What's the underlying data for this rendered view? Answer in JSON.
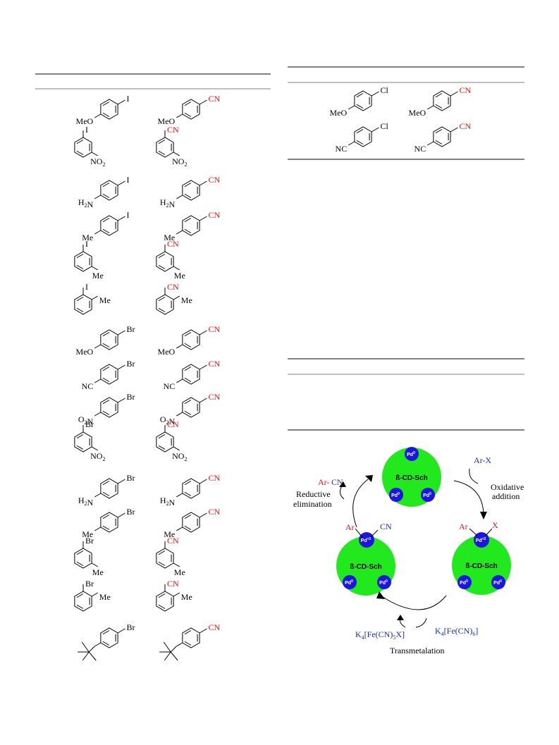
{
  "table_left": {
    "rows": [
      {
        "reactant": {
          "sub": "I",
          "sub2": "MeO",
          "pattern": "para"
        },
        "product": {
          "sub": "CN",
          "sub2": "MeO",
          "pattern": "para"
        }
      },
      {
        "reactant": {
          "sub": "I",
          "sub2": "NO2",
          "pattern": "meta"
        },
        "product": {
          "sub": "CN",
          "sub2": "NO2",
          "pattern": "meta"
        }
      },
      {
        "reactant": {
          "sub": "I",
          "sub2": "H2N",
          "pattern": "para"
        },
        "product": {
          "sub": "CN",
          "sub2": "H2N",
          "pattern": "para"
        }
      },
      {
        "reactant": {
          "sub": "I",
          "sub2": "Me",
          "pattern": "para"
        },
        "product": {
          "sub": "CN",
          "sub2": "Me",
          "pattern": "para"
        }
      },
      {
        "reactant": {
          "sub": "I",
          "sub2": "Me",
          "pattern": "meta"
        },
        "product": {
          "sub": "CN",
          "sub2": "Me",
          "pattern": "meta"
        }
      },
      {
        "reactant": {
          "sub": "I",
          "sub2": "Me",
          "pattern": "ortho"
        },
        "product": {
          "sub": "CN",
          "sub2": "Me",
          "pattern": "ortho"
        }
      },
      {
        "reactant": {
          "sub": "Br",
          "sub2": "MeO",
          "pattern": "para"
        },
        "product": {
          "sub": "CN",
          "sub2": "MeO",
          "pattern": "para"
        }
      },
      {
        "reactant": {
          "sub": "Br",
          "sub2": "NC",
          "pattern": "para"
        },
        "product": {
          "sub": "CN",
          "sub2": "NC",
          "pattern": "para"
        }
      },
      {
        "reactant": {
          "sub": "Br",
          "sub2": "O2N",
          "pattern": "para"
        },
        "product": {
          "sub": "CN",
          "sub2": "O2N",
          "pattern": "para"
        }
      },
      {
        "reactant": {
          "sub": "Br",
          "sub2": "NO2",
          "pattern": "meta"
        },
        "product": {
          "sub": "CN",
          "sub2": "NO2",
          "pattern": "meta"
        }
      },
      {
        "reactant": {
          "sub": "Br",
          "sub2": "H2N",
          "pattern": "para"
        },
        "product": {
          "sub": "CN",
          "sub2": "H2N",
          "pattern": "para"
        }
      },
      {
        "reactant": {
          "sub": "Br",
          "sub2": "Me",
          "pattern": "para"
        },
        "product": {
          "sub": "CN",
          "sub2": "Me",
          "pattern": "para"
        }
      },
      {
        "reactant": {
          "sub": "Br",
          "sub2": "Me",
          "pattern": "meta"
        },
        "product": {
          "sub": "CN",
          "sub2": "Me",
          "pattern": "meta"
        }
      },
      {
        "reactant": {
          "sub": "Br",
          "sub2": "Me",
          "pattern": "ortho"
        },
        "product": {
          "sub": "CN",
          "sub2": "Me",
          "pattern": "ortho"
        }
      },
      {
        "reactant": {
          "sub": "Br",
          "sub2": "",
          "pattern": "para-tbu"
        },
        "product": {
          "sub": "CN",
          "sub2": "",
          "pattern": "para-tbu"
        }
      }
    ]
  },
  "table_right": {
    "rows": [
      {
        "reactant": {
          "sub": "Cl",
          "sub2": "MeO",
          "pattern": "para"
        },
        "product": {
          "sub": "CN",
          "sub2": "MeO",
          "pattern": "para"
        }
      },
      {
        "reactant": {
          "sub": "Cl",
          "sub2": "NC",
          "pattern": "para"
        },
        "product": {
          "sub": "CN",
          "sub2": "NC",
          "pattern": "para"
        }
      }
    ]
  },
  "mechanism": {
    "catalyst_label": "ß-CD-Sch",
    "pd0": "Pd",
    "pd0_sup": "0",
    "pd2": "Pd",
    "pd2_sup": "+2",
    "ar_x": "Ar-X",
    "oxidative": "Oxidative",
    "addition": "addition",
    "reductive": "Reductive",
    "elimination": "elimination",
    "ar_cn_ar": "Ar-",
    "ar_cn_cn": "CN",
    "ar": "Ar",
    "x": "X",
    "cn": "CN",
    "fe6": "K4[Fe(CN)6]",
    "fe5x": "K4[Fe(CN)5X]",
    "transmetalation": "Transmetalation"
  }
}
